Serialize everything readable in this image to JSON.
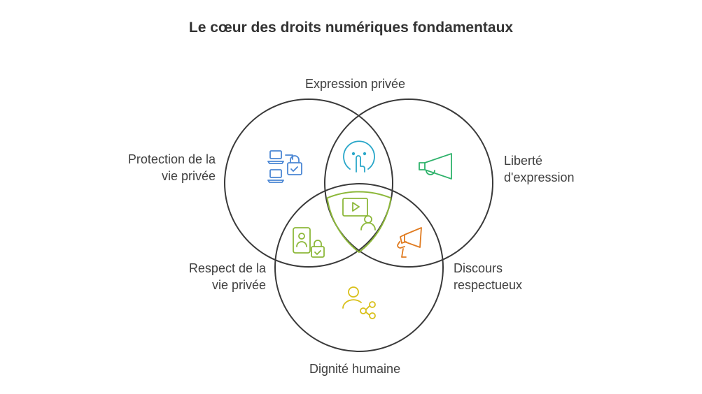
{
  "title": "Le cœur des droits numériques fondamentaux",
  "labels": {
    "expression_privee": "Expression privée",
    "protection_line1": "Protection de la",
    "protection_line2": "vie privée",
    "liberte_line1": "Liberté",
    "liberte_line2": "d'expression",
    "respect_line1": "Respect de la",
    "respect_line2": "vie privée",
    "discours_line1": "Discours",
    "discours_line2": "respectueux",
    "dignite": "Dignité humaine"
  },
  "icons": {
    "protection": "laptops-lock-icon",
    "expression_privee": "shush-finger-icon",
    "liberte": "megaphone-icon",
    "center": "video-user-icon",
    "respect": "id-card-lock-icon",
    "discours": "hand-megaphone-icon",
    "dignite": "user-share-icon"
  },
  "colors": {
    "circle_stroke": "#3a3a3a",
    "center_stroke": "#8db83a",
    "blue": "#4a86d4",
    "cyan": "#2aa7c9",
    "green": "#2fb26b",
    "lime": "#8db83a",
    "orange": "#e07b20",
    "yellow": "#d9c01a"
  }
}
